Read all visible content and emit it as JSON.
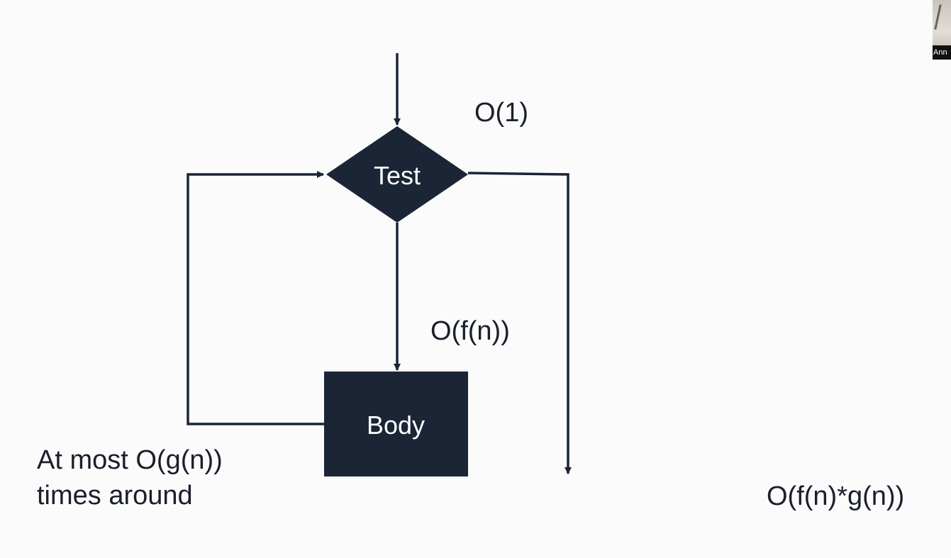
{
  "diagram": {
    "test_label": "Test",
    "body_label": "Body",
    "test_cost": "O(1)",
    "body_cost": "O(f(n))",
    "loop_note_line1": "At most O(g(n))",
    "loop_note_line2": "times around",
    "total_cost": "O(f(n)*g(n))"
  },
  "video": {
    "participant_name": "Ann"
  },
  "colors": {
    "shape_fill": "#1b2536",
    "line": "#1b2536",
    "text": "#1a1f2b",
    "background": "#fbfbfb"
  }
}
